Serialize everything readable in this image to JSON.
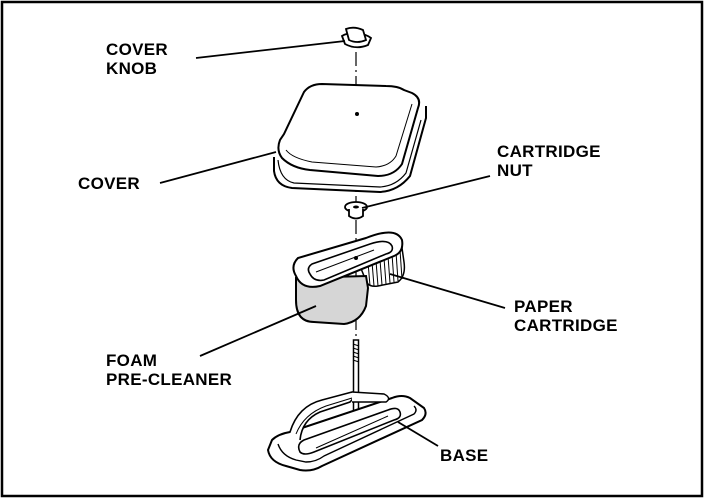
{
  "diagram": {
    "colors": {
      "line": "#000000",
      "shade": "#d6d6d6",
      "background": "#ffffff"
    },
    "labels": {
      "cover_knob": {
        "line1": "COVER",
        "line2": "KNOB"
      },
      "cover": {
        "line1": "COVER"
      },
      "cartridge_nut": {
        "line1": "CARTRIDGE",
        "line2": "NUT"
      },
      "paper_cartridge": {
        "line1": "PAPER",
        "line2": "CARTRIDGE"
      },
      "foam_pre_cleaner": {
        "line1": "FOAM",
        "line2": "PRE-CLEANER"
      },
      "base": {
        "line1": "BASE"
      }
    }
  }
}
